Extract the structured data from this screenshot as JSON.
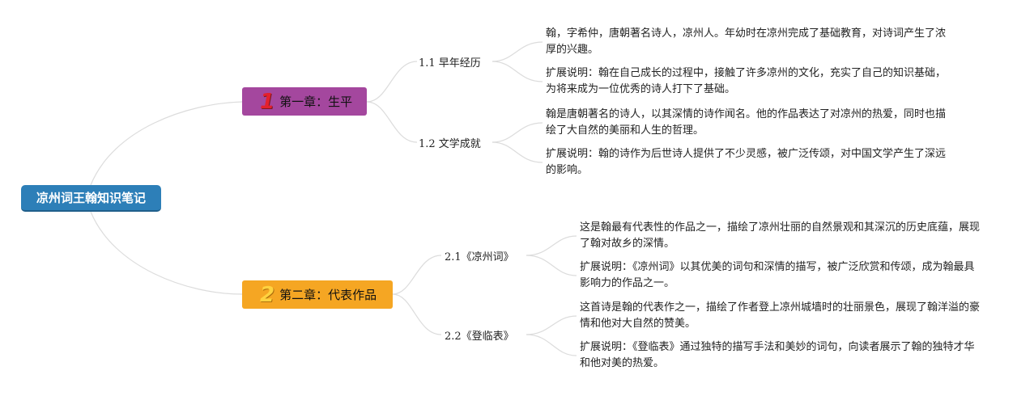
{
  "root": {
    "title": "凉州词王翰知识笔记"
  },
  "chapters": [
    {
      "number": "1",
      "title": "第一章：生平",
      "color": "#a4479e",
      "number_color": "#e4212d",
      "sections": [
        {
          "title": "1.1 早年经历",
          "notes": [
            "翰，字希仲，唐朝著名诗人，凉州人。年幼时在凉州完成了基础教育，对诗词产生了浓厚的兴趣。",
            "扩展说明：翰在自己成长的过程中，接触了许多凉州的文化，充实了自己的知识基础，为将来成为一位优秀的诗人打下了基础。"
          ]
        },
        {
          "title": "1.2 文学成就",
          "notes": [
            "翰是唐朝著名的诗人，以其深情的诗作闻名。他的作品表达了对凉州的热爱，同时也描绘了大自然的美丽和人生的哲理。",
            "扩展说明：翰的诗作为后世诗人提供了不少灵感，被广泛传颂，对中国文学产生了深远的影响。"
          ]
        }
      ]
    },
    {
      "number": "2",
      "title": "第二章：代表作品",
      "color": "#f5a623",
      "number_color": "#ffd23f",
      "sections": [
        {
          "title": "2.1《凉州词》",
          "notes": [
            "这是翰最有代表性的作品之一，描绘了凉州壮丽的自然景观和其深沉的历史底蕴，展现了翰对故乡的深情。",
            "扩展说明：《凉州词》以其优美的词句和深情的描写，被广泛欣赏和传颂，成为翰最具影响力的作品之一。"
          ]
        },
        {
          "title": "2.2《登临表》",
          "notes": [
            "这首诗是翰的代表作之一，描绘了作者登上凉州城墙时的壮丽景色，展现了翰洋溢的豪情和他对大自然的赞美。",
            "扩展说明：《登临表》通过独特的描写手法和美妙的词句，向读者展示了翰的独特才华和他对美的热爱。"
          ]
        }
      ]
    }
  ],
  "colors": {
    "root": "#2d7fb8",
    "edge": "#d9d9d9"
  }
}
